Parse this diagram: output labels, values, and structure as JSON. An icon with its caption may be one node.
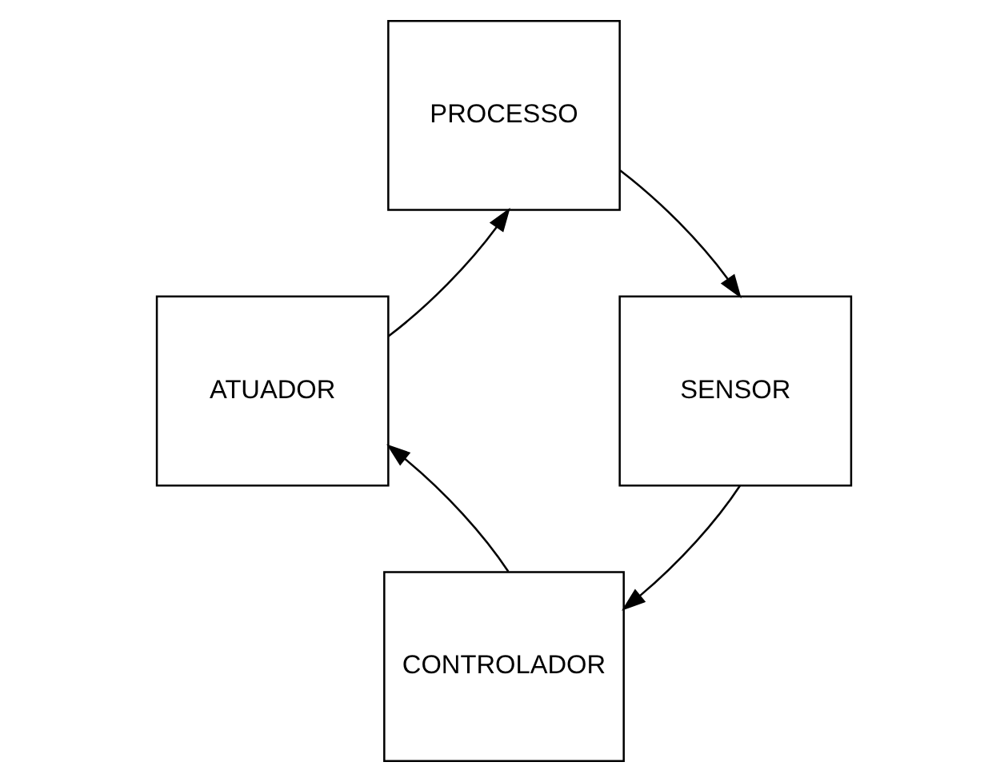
{
  "diagram": {
    "nodes": [
      {
        "text": [
          "PROCESSO"
        ]
      },
      {
        "text": [
          "ATUADOR"
        ]
      },
      {
        "text": [
          "SENSOR"
        ]
      },
      {
        "text": [
          "CONTROLADOR"
        ]
      }
    ],
    "edges": [
      {
        "from": 1,
        "to": 0,
        "arrow": "to"
      },
      {
        "from": 0,
        "to": 2,
        "arrow": "to"
      },
      {
        "from": 2,
        "to": 3,
        "arrow": "to"
      },
      {
        "from": 3,
        "to": 1,
        "arrow": "to"
      }
    ]
  }
}
